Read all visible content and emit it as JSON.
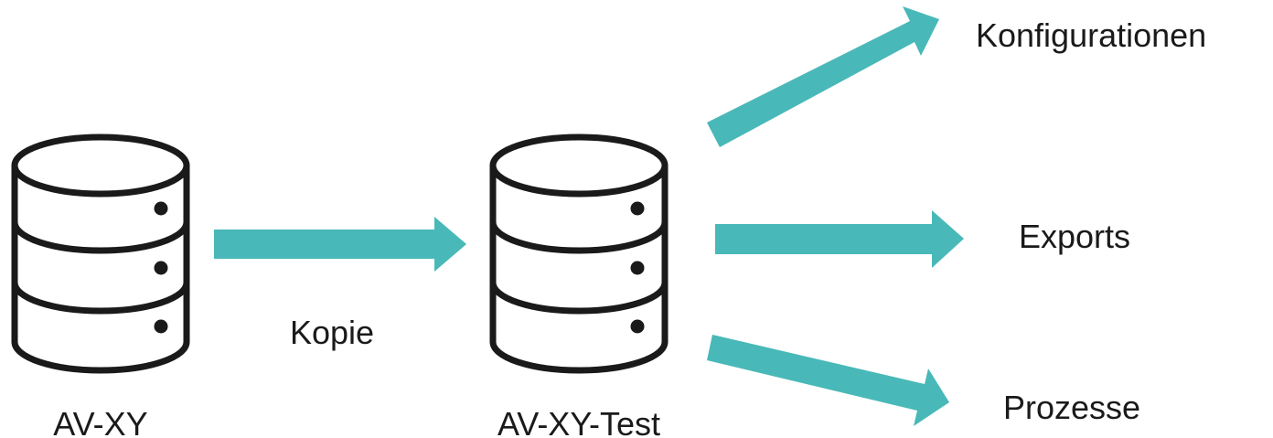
{
  "colors": {
    "arrow": "#49b8b8",
    "stroke": "#1a1a1a",
    "background": "#ffffff"
  },
  "nodes": {
    "source_db": {
      "label": "AV-XY",
      "icon": "database-icon"
    },
    "test_db": {
      "label": "AV-XY-Test",
      "icon": "database-icon"
    }
  },
  "edges": {
    "copy": {
      "label": "Kopie"
    },
    "outputs": [
      {
        "label": "Konfigurationen"
      },
      {
        "label": "Exports"
      },
      {
        "label": "Prozesse"
      }
    ]
  }
}
